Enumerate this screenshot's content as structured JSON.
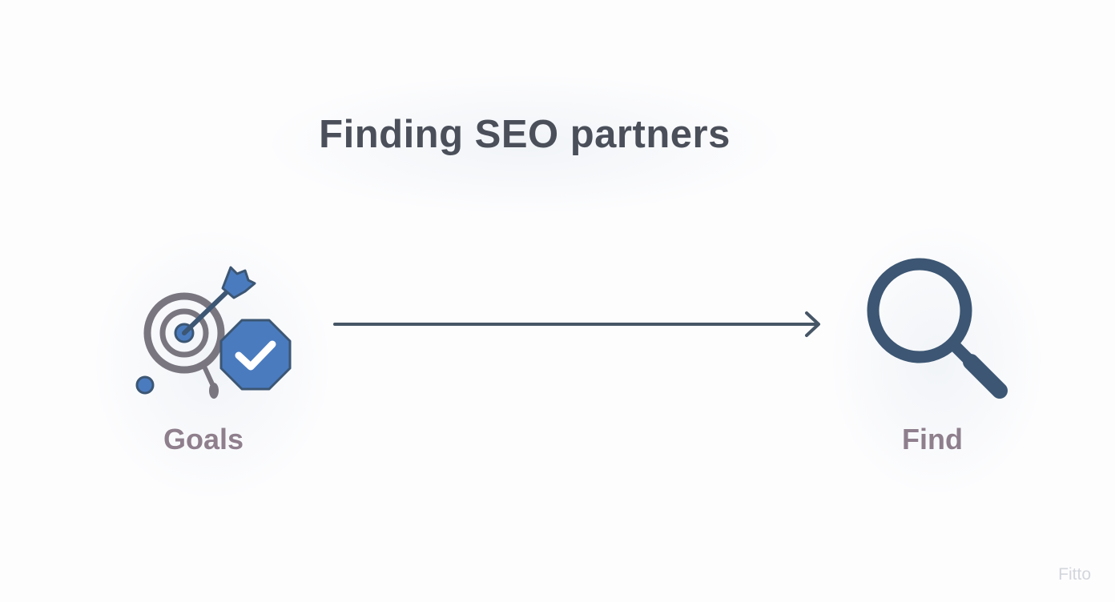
{
  "diagram": {
    "title": "Finding SEO partners",
    "nodes": [
      {
        "id": "goals",
        "label": "Goals",
        "icon": "target-check-icon"
      },
      {
        "id": "find",
        "label": "Find",
        "icon": "magnifying-glass-icon"
      }
    ],
    "edges": [
      {
        "from": "goals",
        "to": "find",
        "style": "arrow"
      }
    ]
  },
  "watermark": "Fitto",
  "colors": {
    "title": "#4a4f5a",
    "label": "#8f7f8d",
    "accent_blue": "#4a7bbf",
    "dark_navy": "#3c5673",
    "gray_ring": "#7a7680",
    "arrow": "#465666"
  }
}
